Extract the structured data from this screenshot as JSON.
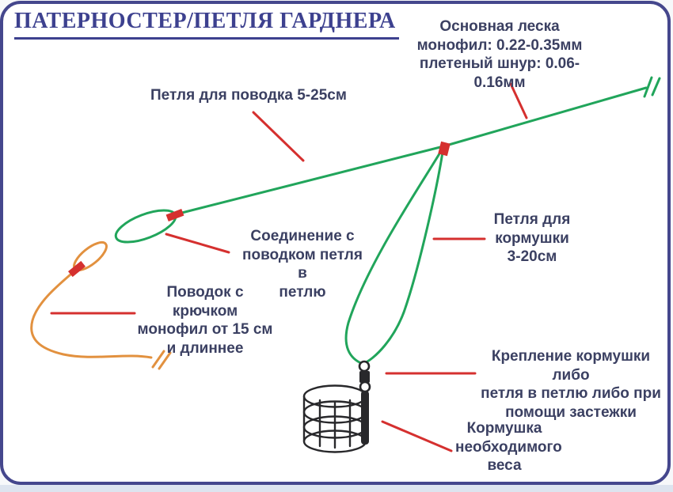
{
  "title": "Патерностер/Петля Гарднера",
  "colors": {
    "line_green": "#21a55b",
    "line_orange": "#e2913f",
    "accent_red": "#d5302f",
    "ink_black": "#28282b",
    "text_navy": "#3b4062",
    "title_navy": "#3d418f",
    "border_navy": "#45478d"
  },
  "labels": {
    "main_line": "Основная леска\nмонофил: 0.22-0.35мм\nплетеный шнур: 0.06-0.16мм",
    "leader_loop": "Петля для поводка 5-25см",
    "connection": "Соединение с\nповодком петля в\nпетлю",
    "feeder_loop": "Петля для\nкормушки\n3-20см",
    "leader": "Поводок с крючком\nмонофил от 15 см\nи длиннее",
    "attachment": "Крепление кормушки либо\nпетля в петлю либо при\nпомощи застежки",
    "feeder": "Кормушка\nнеобходимого\nвеса"
  }
}
